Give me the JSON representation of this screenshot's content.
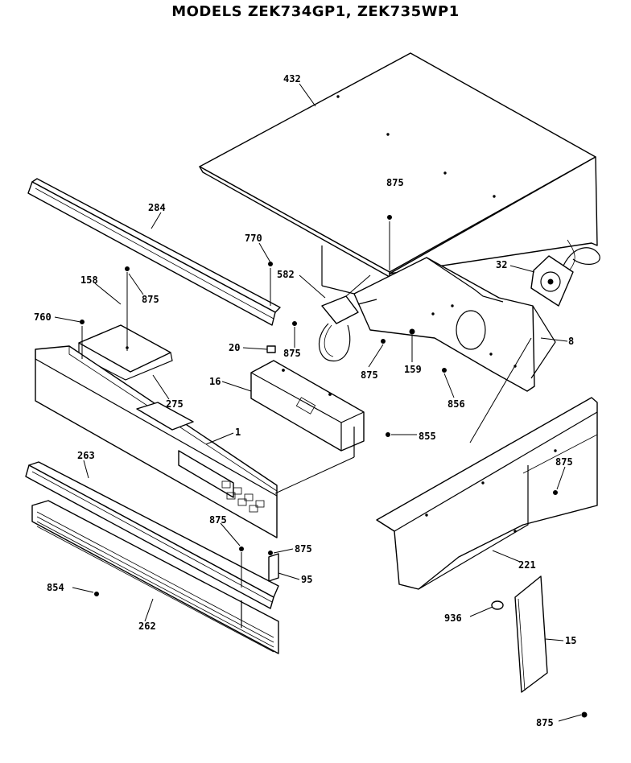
{
  "title": "MODELS ZEK734GP1, ZEK735WP1",
  "callouts": {
    "c432": "432",
    "c875_top": "875",
    "c284": "284",
    "c770": "770",
    "c582": "582",
    "c32": "32",
    "c158": "158",
    "c875_a": "875",
    "c760": "760",
    "c20": "20",
    "c875_b": "875",
    "c875_c": "875",
    "c159": "159",
    "c8": "8",
    "c275": "275",
    "c16": "16",
    "c856": "856",
    "c855": "855",
    "c1": "1",
    "c263": "263",
    "c875_right": "875",
    "c875_d": "875",
    "c875_e": "875",
    "c95": "95",
    "c221": "221",
    "c854": "854",
    "c262": "262",
    "c936": "936",
    "c15": "15",
    "c875_bottom": "875"
  }
}
